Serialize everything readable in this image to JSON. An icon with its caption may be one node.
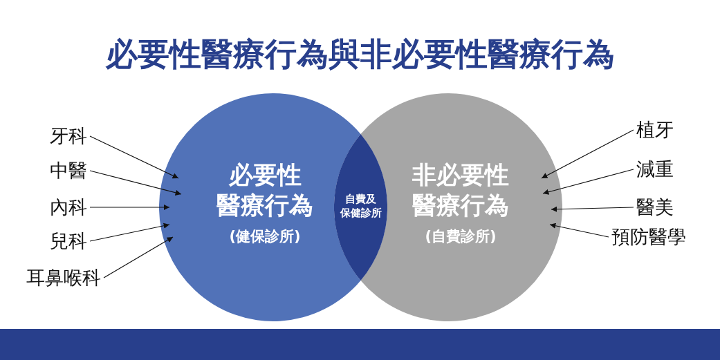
{
  "diagram": {
    "title": "必要性醫療行為與非必要性醫療行為",
    "nodes": [
      {
        "text": [
          "必要性醫療行為",
          "(健保診所)"
        ]
      },
      {
        "text": [
          "自費及保健診所"
        ]
      },
      {
        "text": [
          "非必要性醫療行為",
          "(自費診所)"
        ]
      },
      {
        "text": [
          "牙科"
        ]
      },
      {
        "text": [
          "中醫"
        ]
      },
      {
        "text": [
          "內科"
        ]
      },
      {
        "text": [
          "兒科"
        ]
      },
      {
        "text": [
          "耳鼻喉科"
        ]
      },
      {
        "text": [
          "植牙"
        ]
      },
      {
        "text": [
          "減重"
        ]
      },
      {
        "text": [
          "醫美"
        ]
      },
      {
        "text": [
          "預防醫學"
        ]
      }
    ],
    "edges": [
      {
        "from": 3,
        "to": 0,
        "arrow": "to"
      },
      {
        "from": 4,
        "to": 0,
        "arrow": "to"
      },
      {
        "from": 5,
        "to": 0,
        "arrow": "to"
      },
      {
        "from": 6,
        "to": 0,
        "arrow": "to"
      },
      {
        "from": 7,
        "to": 0,
        "arrow": "to"
      },
      {
        "from": 8,
        "to": 2,
        "arrow": "to"
      },
      {
        "from": 9,
        "to": 2,
        "arrow": "to"
      },
      {
        "from": 10,
        "to": 2,
        "arrow": "to"
      },
      {
        "from": 11,
        "to": 2,
        "arrow": "to"
      }
    ]
  }
}
